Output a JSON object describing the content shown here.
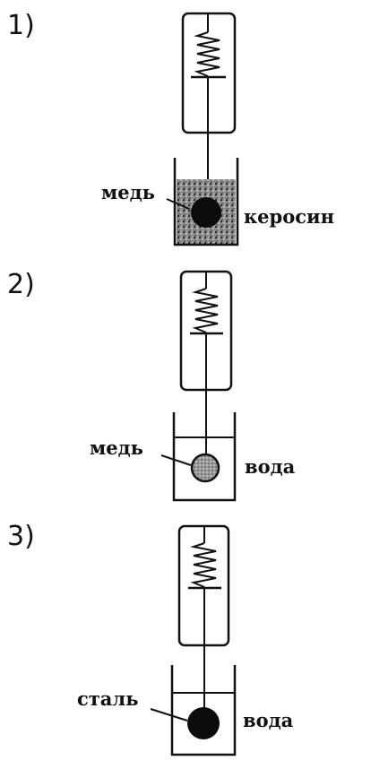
{
  "panels": [
    {
      "number": "1)",
      "metal_label": "медь",
      "liquid_label": "керосин"
    },
    {
      "number": "2)",
      "metal_label": "медь",
      "liquid_label": "вода"
    },
    {
      "number": "3)",
      "metal_label": "сталь",
      "liquid_label": "вода"
    }
  ]
}
